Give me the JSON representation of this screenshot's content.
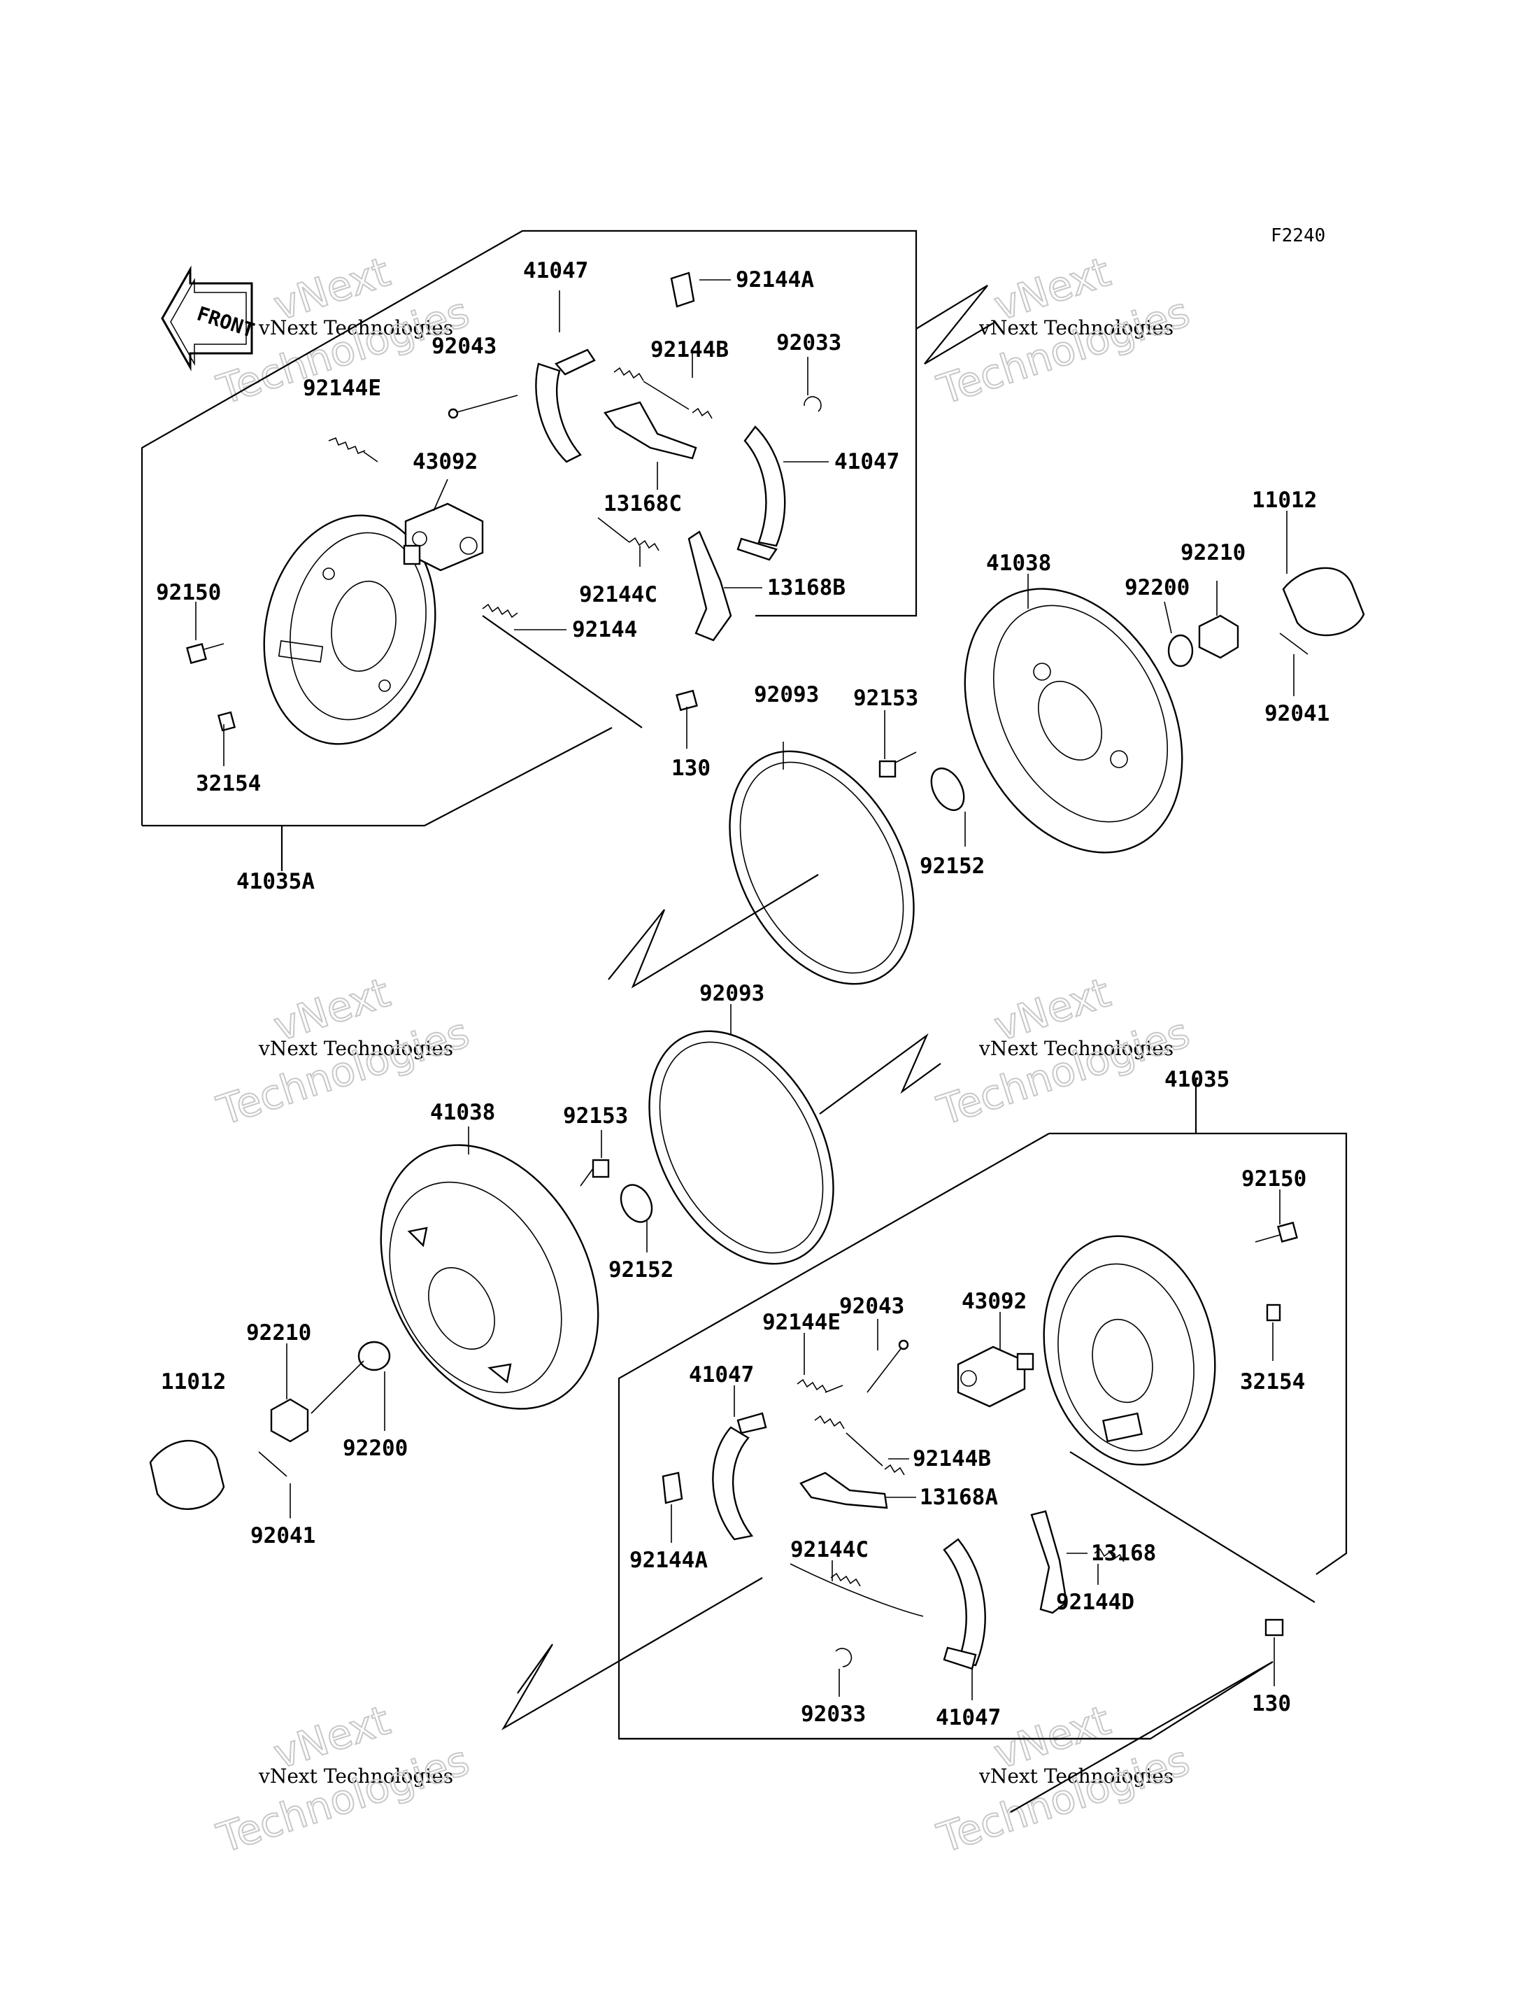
{
  "figure_code": "F2240",
  "direction_label": "FRONT",
  "watermark": {
    "line1": "vNext",
    "line2": "vNext Technologies",
    "line3": "Technologies"
  },
  "top_assembly": {
    "assembly_label": "41035A",
    "labels": {
      "shoe_a": "41047",
      "clip_a": "92144A",
      "pin": "92043",
      "spring_b": "92144B",
      "clip_ring": "92033",
      "spring_e": "92144E",
      "wheel_cyl": "43092",
      "lever_c": "13168C",
      "shoe_b": "41047",
      "spring_c": "92144C",
      "lever_b": "13168B",
      "bolt": "92150",
      "spring": "92144",
      "nipple": "32154",
      "bolt_130": "130",
      "seal": "92093",
      "bolt_92153": "92153",
      "drum": "41038",
      "washer_92200": "92200",
      "nut": "92210",
      "cap": "11012",
      "cotter": "92041",
      "washer_92152": "92152"
    }
  },
  "bottom_assembly": {
    "assembly_label": "41035",
    "labels": {
      "seal": "92093",
      "drum": "41038",
      "bolt_92153": "92153",
      "washer_92152": "92152",
      "bolt": "92150",
      "pin": "92043",
      "wheel_cyl": "43092",
      "spring_e": "92144E",
      "nut": "92210",
      "cap": "11012",
      "shoe_a": "41047",
      "nipple": "32154",
      "spring_b": "92144B",
      "washer_92200": "92200",
      "lever_a": "13168A",
      "cotter": "92041",
      "clip_a": "92144A",
      "spring_c": "92144C",
      "lever": "13168",
      "spring_d": "92144D",
      "clip_ring": "92033",
      "bolt_130": "130",
      "shoe_b": "41047"
    }
  }
}
